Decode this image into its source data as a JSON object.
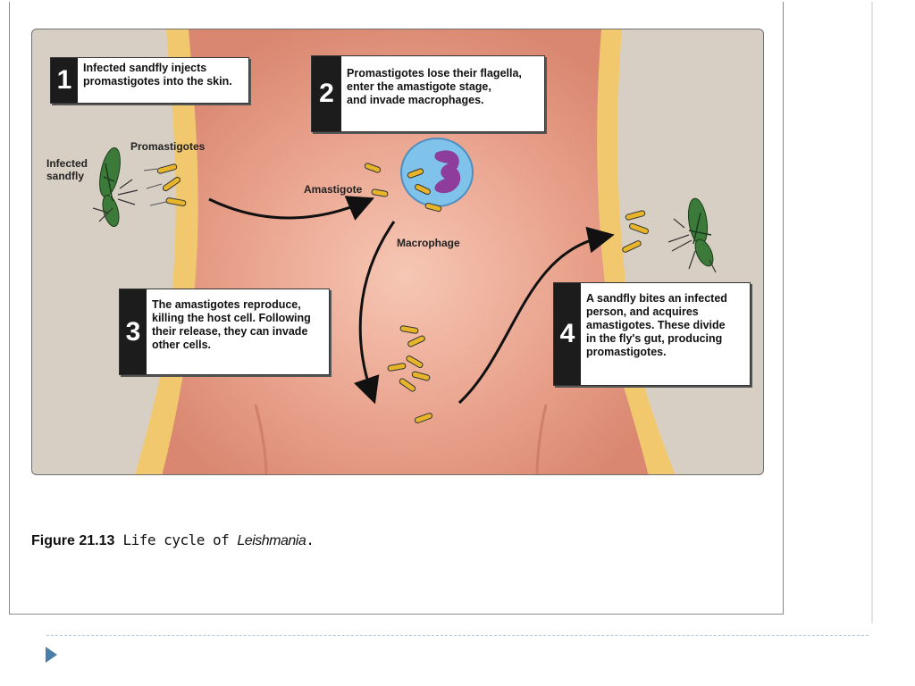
{
  "figure": {
    "steps": [
      {
        "number": "1",
        "text": "Infected sandfly injects\npromastigotes into the skin."
      },
      {
        "number": "2",
        "text": "Promastigotes lose their flagella,\nenter the amastigote stage,\nand invade macrophages."
      },
      {
        "number": "3",
        "text": "The amastigotes reproduce,\nkilling the host cell. Following\ntheir release, they can invade\nother cells."
      },
      {
        "number": "4",
        "text": "A sandfly bites an infected\nperson, and acquires\namastigotes. These divide\nin the fly's gut, producing\npromastigotes."
      }
    ],
    "labels": {
      "infected_sandfly": "Infected\nsandfly",
      "promastigotes": "Promastigotes",
      "amastigote": "Amastigote",
      "macrophage": "Macrophage"
    }
  },
  "caption": {
    "figure_number": "Figure 21.13",
    "text": "Life cycle of",
    "organism": "Leishmania",
    "period": "."
  }
}
